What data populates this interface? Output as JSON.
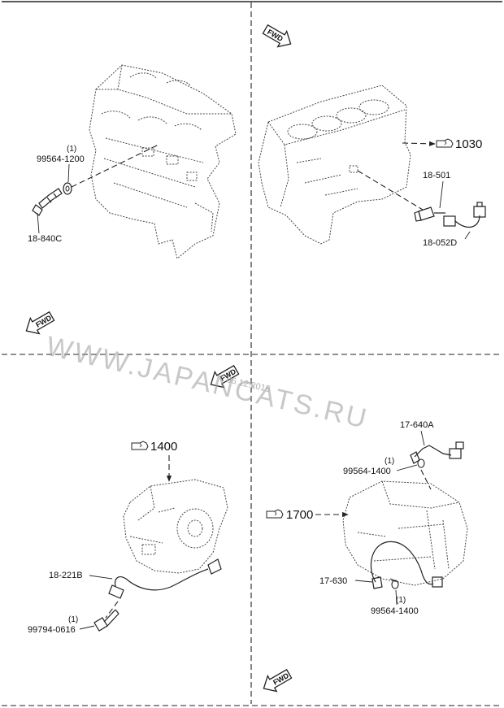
{
  "watermark": {
    "text": "WWW.JAPANCATS.RU",
    "date": "06.12.2015"
  },
  "fwd_label": "FWD",
  "panels": {
    "top_left": {
      "labels": {
        "washer_part": "99564-1200",
        "washer_qty": "(1)",
        "sensor_part": "18-840C"
      }
    },
    "top_right": {
      "labels": {
        "ref": "1030",
        "sensor_part": "18-501",
        "harness_part": "18-052D"
      }
    },
    "bottom_left": {
      "labels": {
        "ref": "1400",
        "sensor_part": "18-221B",
        "bolt_part": "99794-0616",
        "bolt_qty": "(1)"
      }
    },
    "bottom_right": {
      "labels": {
        "ref": "1700",
        "upper_sensor_part": "17-640A",
        "upper_washer_part": "99564-1400",
        "upper_washer_qty": "(1)",
        "lower_sensor_part": "17-630",
        "lower_washer_part": "99564-1400",
        "lower_washer_qty": "(1)"
      }
    }
  }
}
